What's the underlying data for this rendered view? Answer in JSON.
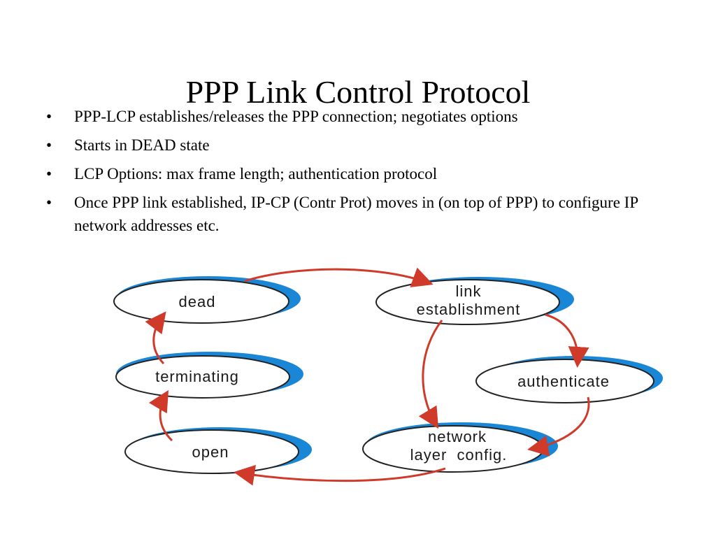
{
  "slide": {
    "title": "PPP Link Control Protocol",
    "bullet_glyph": "•",
    "bullets": [
      "PPP-LCP establishes/releases the PPP connection; negotiates options",
      "Starts in DEAD state",
      "LCP Options: max frame length; authentication protocol",
      "Once PPP link established, IP-CP (Contr Prot) moves in (on top of PPP) to configure IP network addresses etc."
    ]
  },
  "diagram": {
    "colors": {
      "arrow": "#d03a2a",
      "shadow": "#1a86d6",
      "outline": "#222222",
      "fill": "#ffffff"
    },
    "states": [
      {
        "id": "dead",
        "lines": [
          "dead"
        ]
      },
      {
        "id": "link-establishment",
        "lines": [
          "link",
          "establishment"
        ]
      },
      {
        "id": "terminating",
        "lines": [
          "terminating"
        ]
      },
      {
        "id": "authenticate",
        "lines": [
          "authenticate"
        ]
      },
      {
        "id": "open",
        "lines": [
          "open"
        ]
      },
      {
        "id": "network-layer-config",
        "lines": [
          "network",
          "layer  config."
        ]
      }
    ],
    "transitions": [
      {
        "from": "dead",
        "to": "link-establishment"
      },
      {
        "from": "link-establishment",
        "to": "authenticate"
      },
      {
        "from": "link-establishment",
        "to": "network-layer-config"
      },
      {
        "from": "authenticate",
        "to": "network-layer-config"
      },
      {
        "from": "network-layer-config",
        "to": "open"
      },
      {
        "from": "open",
        "to": "terminating"
      },
      {
        "from": "terminating",
        "to": "dead"
      }
    ]
  }
}
